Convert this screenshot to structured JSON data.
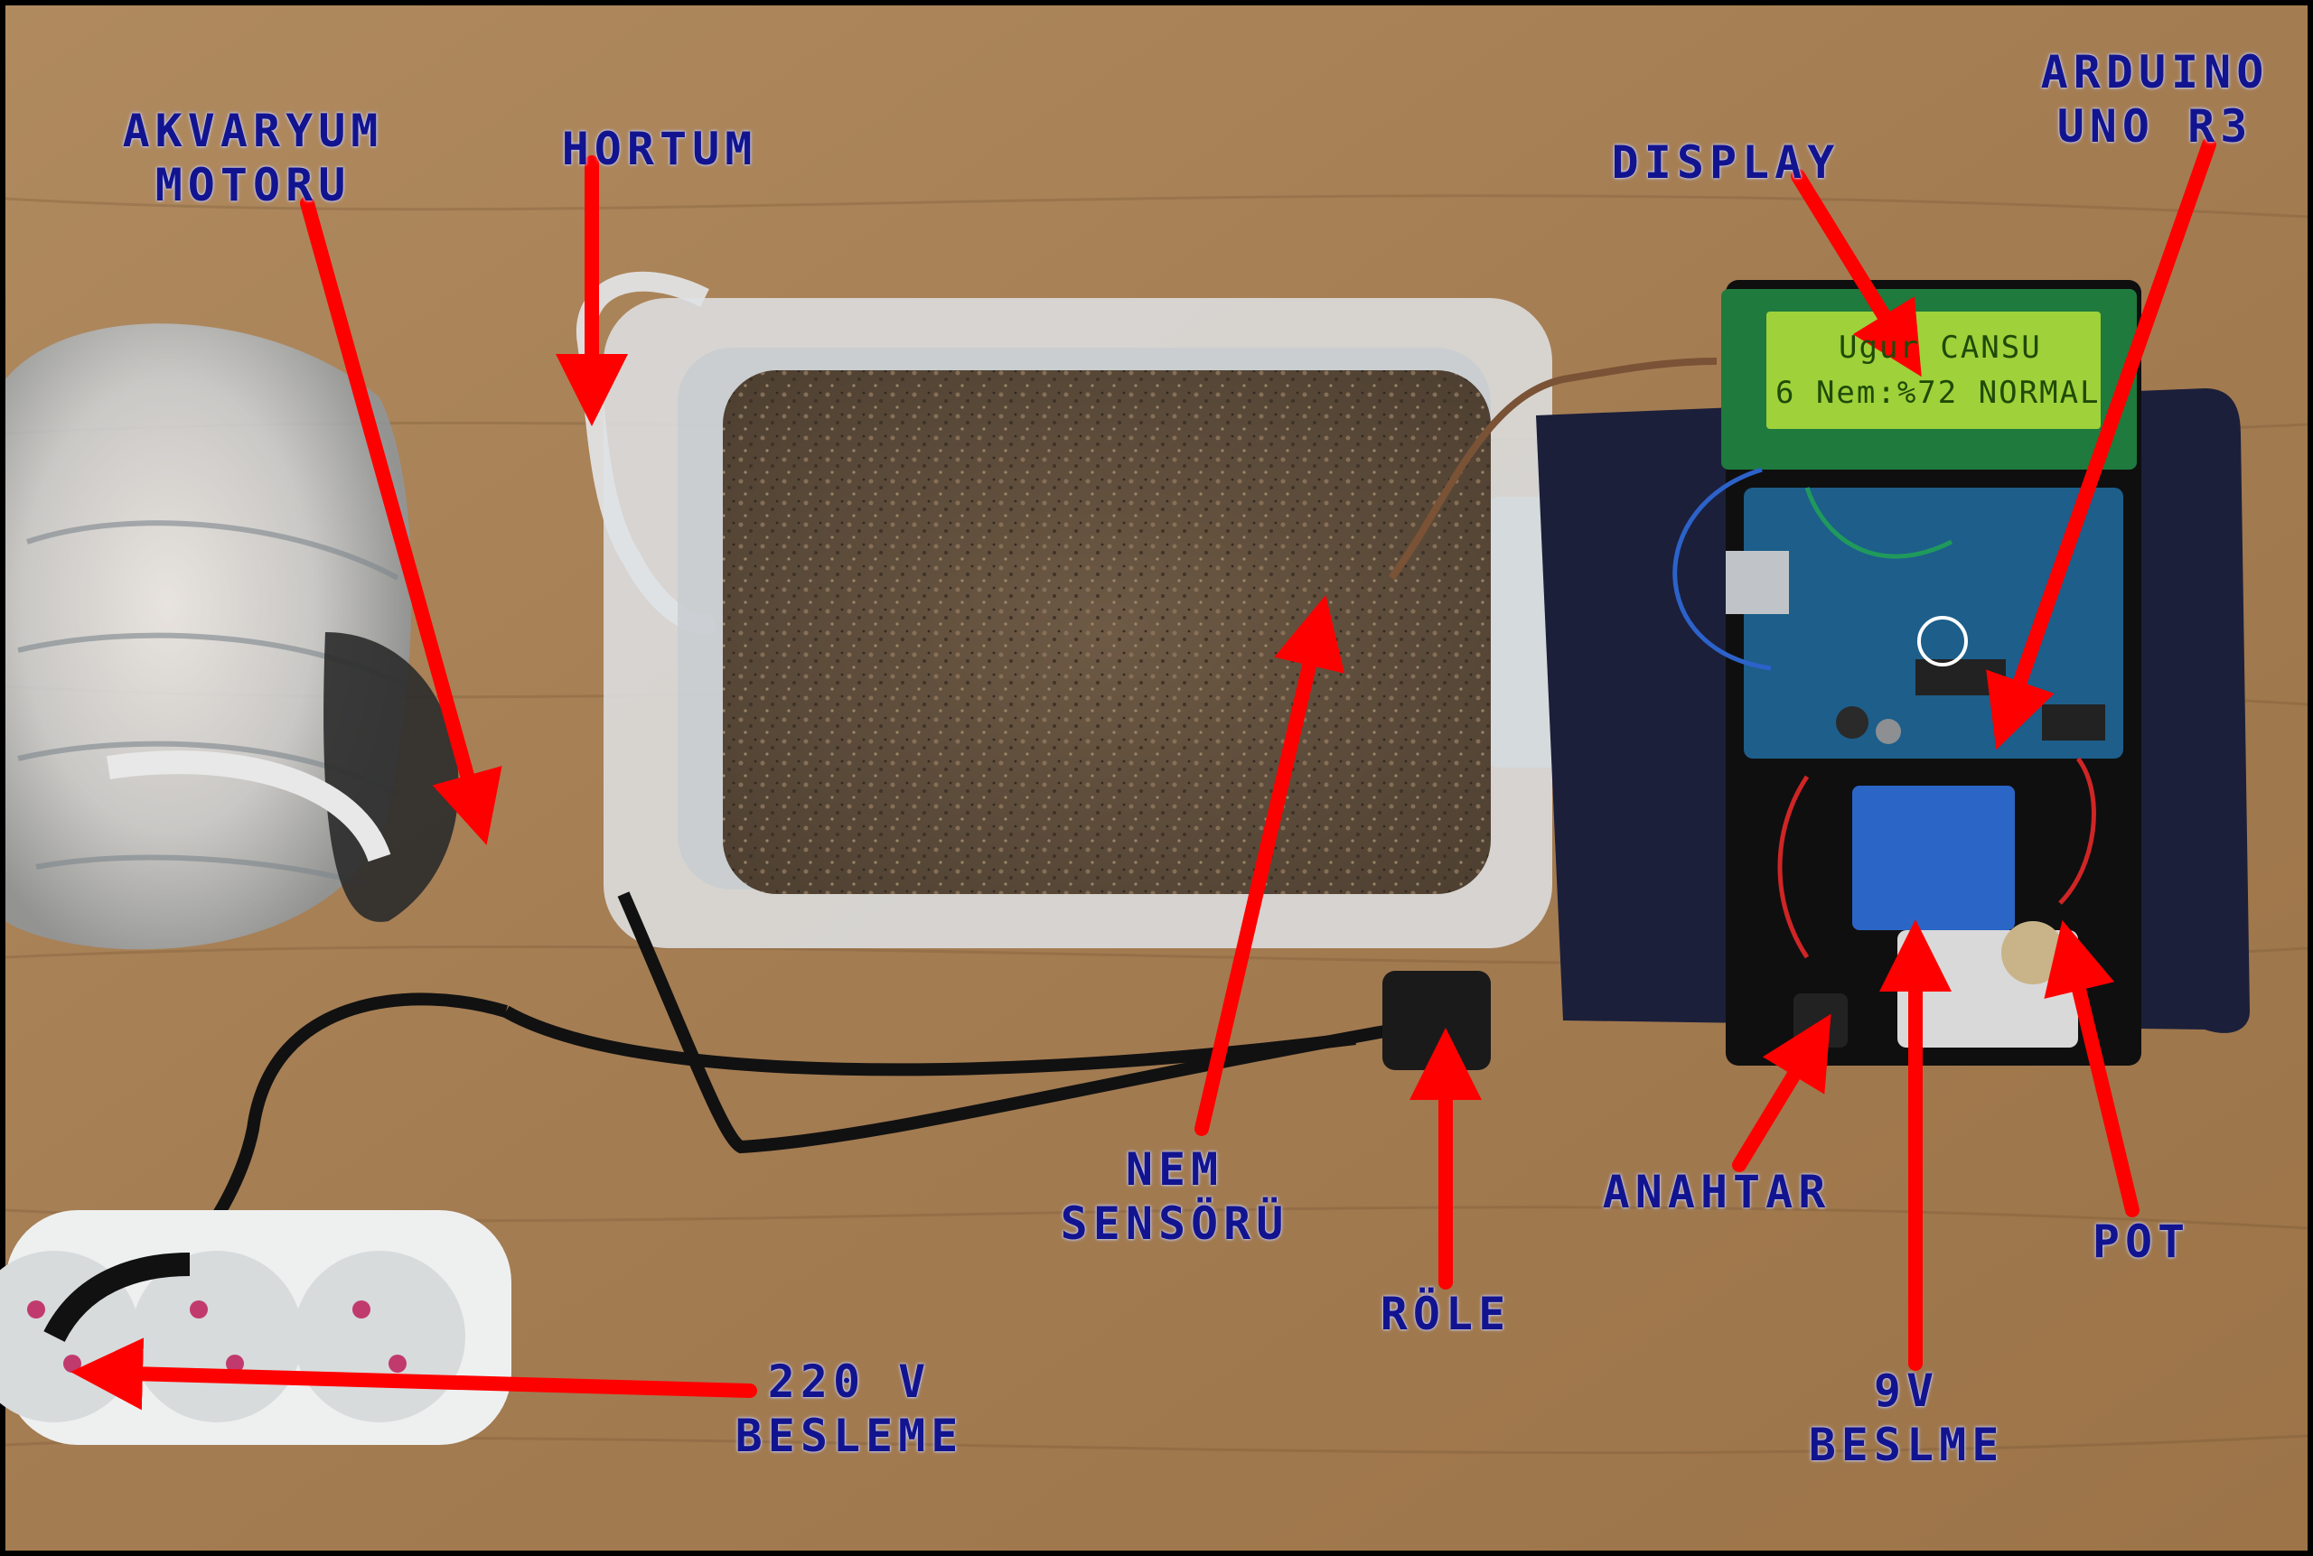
{
  "labels": {
    "akvaryum_line1": "AKVARYUM",
    "akvaryum_line2": "MOTORU",
    "hortum": "HORTUM",
    "display": "DISPLAY",
    "arduino_line1": "ARDUINO",
    "arduino_line2": "UNO R3",
    "nem_line1": "NEM",
    "nem_line2": "SENSÖRÜ",
    "role": "RÖLE",
    "anahtar": "ANAHTAR",
    "pot": "POT",
    "besleme220_line1": "220 V",
    "besleme220_line2": "BESLEME",
    "besleme9v_line1": "9V",
    "besleme9v_line2": "BESLME"
  },
  "lcd": {
    "line1": "Ugur CANSU",
    "line2": "6 Nem:%72 NORMAL"
  },
  "colors": {
    "label": "#12148f",
    "arrow": "#ff0000",
    "table": "#a8835a",
    "lcd_background": "#9fd13a",
    "arduino_board": "#1d5e8a"
  }
}
